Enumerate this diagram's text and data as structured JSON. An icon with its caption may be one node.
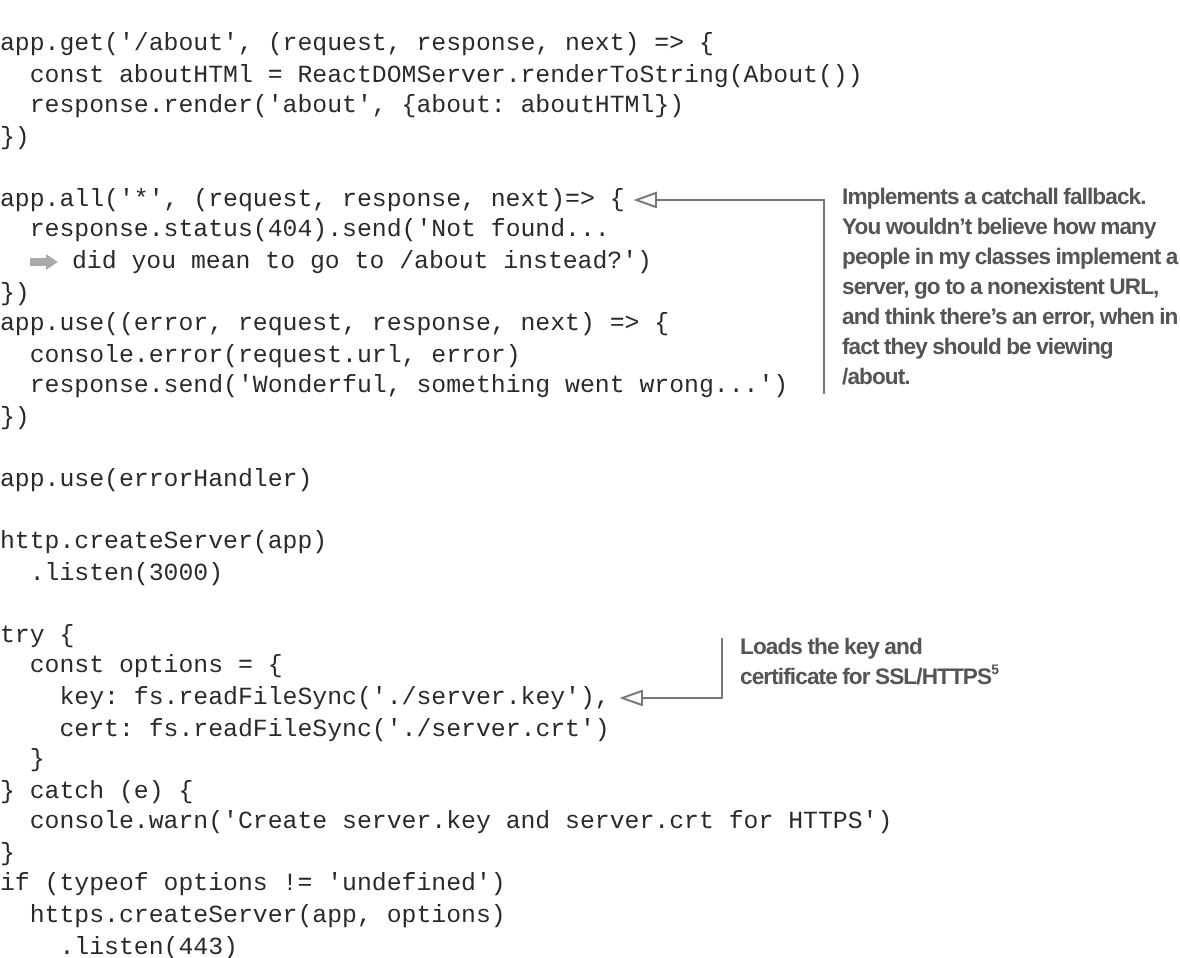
{
  "diagram": {
    "nodes": [
      {
        "text": [
          "app.all('*', (request, response, next)=> {"
        ]
      },
      {
        "text": [
          "Implements a catchall fallback. You wouldn’t believe how many people in my classes implement a server, go to a nonexistent URL, and think there’s an error, when in fact they should be viewing /about."
        ]
      },
      {
        "text": [
          "key: fs.readFileSync('./server.key'),"
        ]
      },
      {
        "text": [
          "Loads the key and certificate for SSL/HTTPS$^{5}$"
        ]
      }
    ],
    "edges": [
      {
        "from": 1,
        "to": 0,
        "arrow": "to"
      },
      {
        "from": 3,
        "to": 2,
        "arrow": "to"
      }
    ],
    "labels": [
      "app.get('/about', (request, response, next) => {",
      "const aboutHTMl = ReactDOMServer.renderToString(About())",
      "response.render('about', {about: aboutHTMl})",
      "})",
      "response.status(404).send('Not found...",
      "did you mean to go to /about instead?')",
      "})",
      "app.use((error, request, response, next) => {",
      "console.error(request.url, error)",
      "response.send('Wonderful, something went wrong...')",
      "})",
      "app.use(errorHandler)",
      "http.createServer(app)",
      ".listen(3000)",
      "try {",
      "const options = {",
      "cert: fs.readFileSync('./server.crt')",
      "}",
      "} catch (e) {",
      "console.warn('Create server.key and server.crt for HTTPS')",
      "}",
      "if (typeof options != 'undefined')",
      "https.createServer(app, options)",
      ".listen(443)"
    ]
  }
}
